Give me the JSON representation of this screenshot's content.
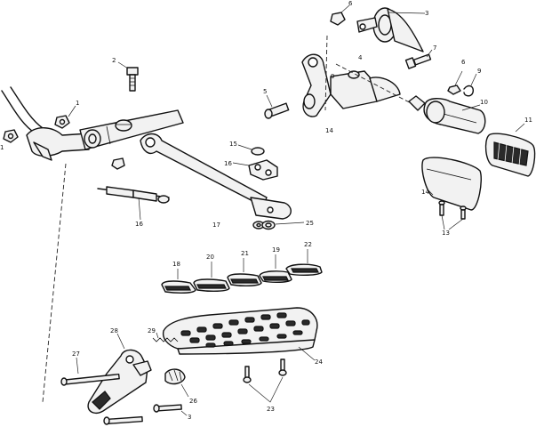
{
  "callouts": [
    {
      "id": "c1",
      "text": "1"
    },
    {
      "id": "c2",
      "text": "1"
    },
    {
      "id": "c3",
      "text": "2"
    },
    {
      "id": "c4",
      "text": "3"
    },
    {
      "id": "c5",
      "text": "6"
    },
    {
      "id": "c6",
      "text": "4"
    },
    {
      "id": "c7",
      "text": "7"
    },
    {
      "id": "c8",
      "text": "5"
    },
    {
      "id": "c9",
      "text": "6"
    },
    {
      "id": "c10",
      "text": "9"
    },
    {
      "id": "c11",
      "text": "14"
    },
    {
      "id": "c12",
      "text": "10"
    },
    {
      "id": "c13",
      "text": "11"
    },
    {
      "id": "c14",
      "text": "9"
    },
    {
      "id": "c15",
      "text": "15"
    },
    {
      "id": "c16",
      "text": "14"
    },
    {
      "id": "c17",
      "text": "13"
    },
    {
      "id": "c18",
      "text": "16"
    },
    {
      "id": "c19",
      "text": "16"
    },
    {
      "id": "c20",
      "text": "17"
    },
    {
      "id": "c21",
      "text": "25"
    },
    {
      "id": "c22",
      "text": "18"
    },
    {
      "id": "c23",
      "text": "20"
    },
    {
      "id": "c24",
      "text": "21"
    },
    {
      "id": "c25",
      "text": "19"
    },
    {
      "id": "c26",
      "text": "22"
    },
    {
      "id": "c27",
      "text": "27"
    },
    {
      "id": "c28",
      "text": "28"
    },
    {
      "id": "c29",
      "text": "29"
    },
    {
      "id": "c30",
      "text": "24"
    },
    {
      "id": "c31",
      "text": "26"
    },
    {
      "id": "c32",
      "text": "3"
    },
    {
      "id": "c33",
      "text": "23"
    }
  ]
}
